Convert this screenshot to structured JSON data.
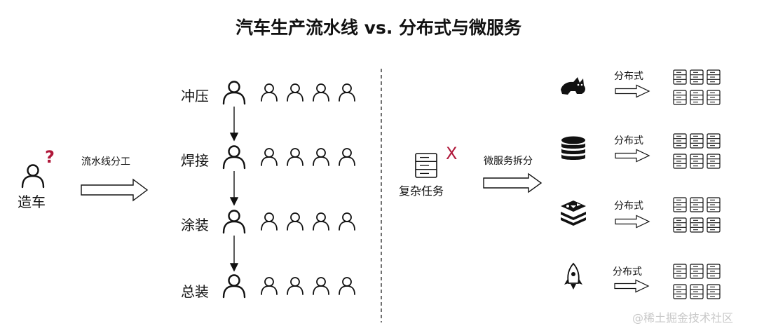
{
  "title": "汽车生产流水线  vs. 分布式与微服务",
  "left": {
    "person_label": "造车",
    "question_mark": "?",
    "arrow_label": "流水线分工",
    "stages": [
      "冲压",
      "焊接",
      "涂装",
      "总装"
    ]
  },
  "right": {
    "task_label": "复杂任务",
    "x_mark": "X",
    "arrow_label": "微服务拆分",
    "rows": [
      {
        "icon": "tomcat-icon",
        "label": "分布式"
      },
      {
        "icon": "database-icon",
        "label": "分布式"
      },
      {
        "icon": "redis-icon",
        "label": "分布式"
      },
      {
        "icon": "rocket-icon",
        "label": "分布式"
      }
    ]
  },
  "watermark": "@稀土掘金技术社区",
  "colors": {
    "accent_red": "#b0183a",
    "line": "#111111"
  }
}
